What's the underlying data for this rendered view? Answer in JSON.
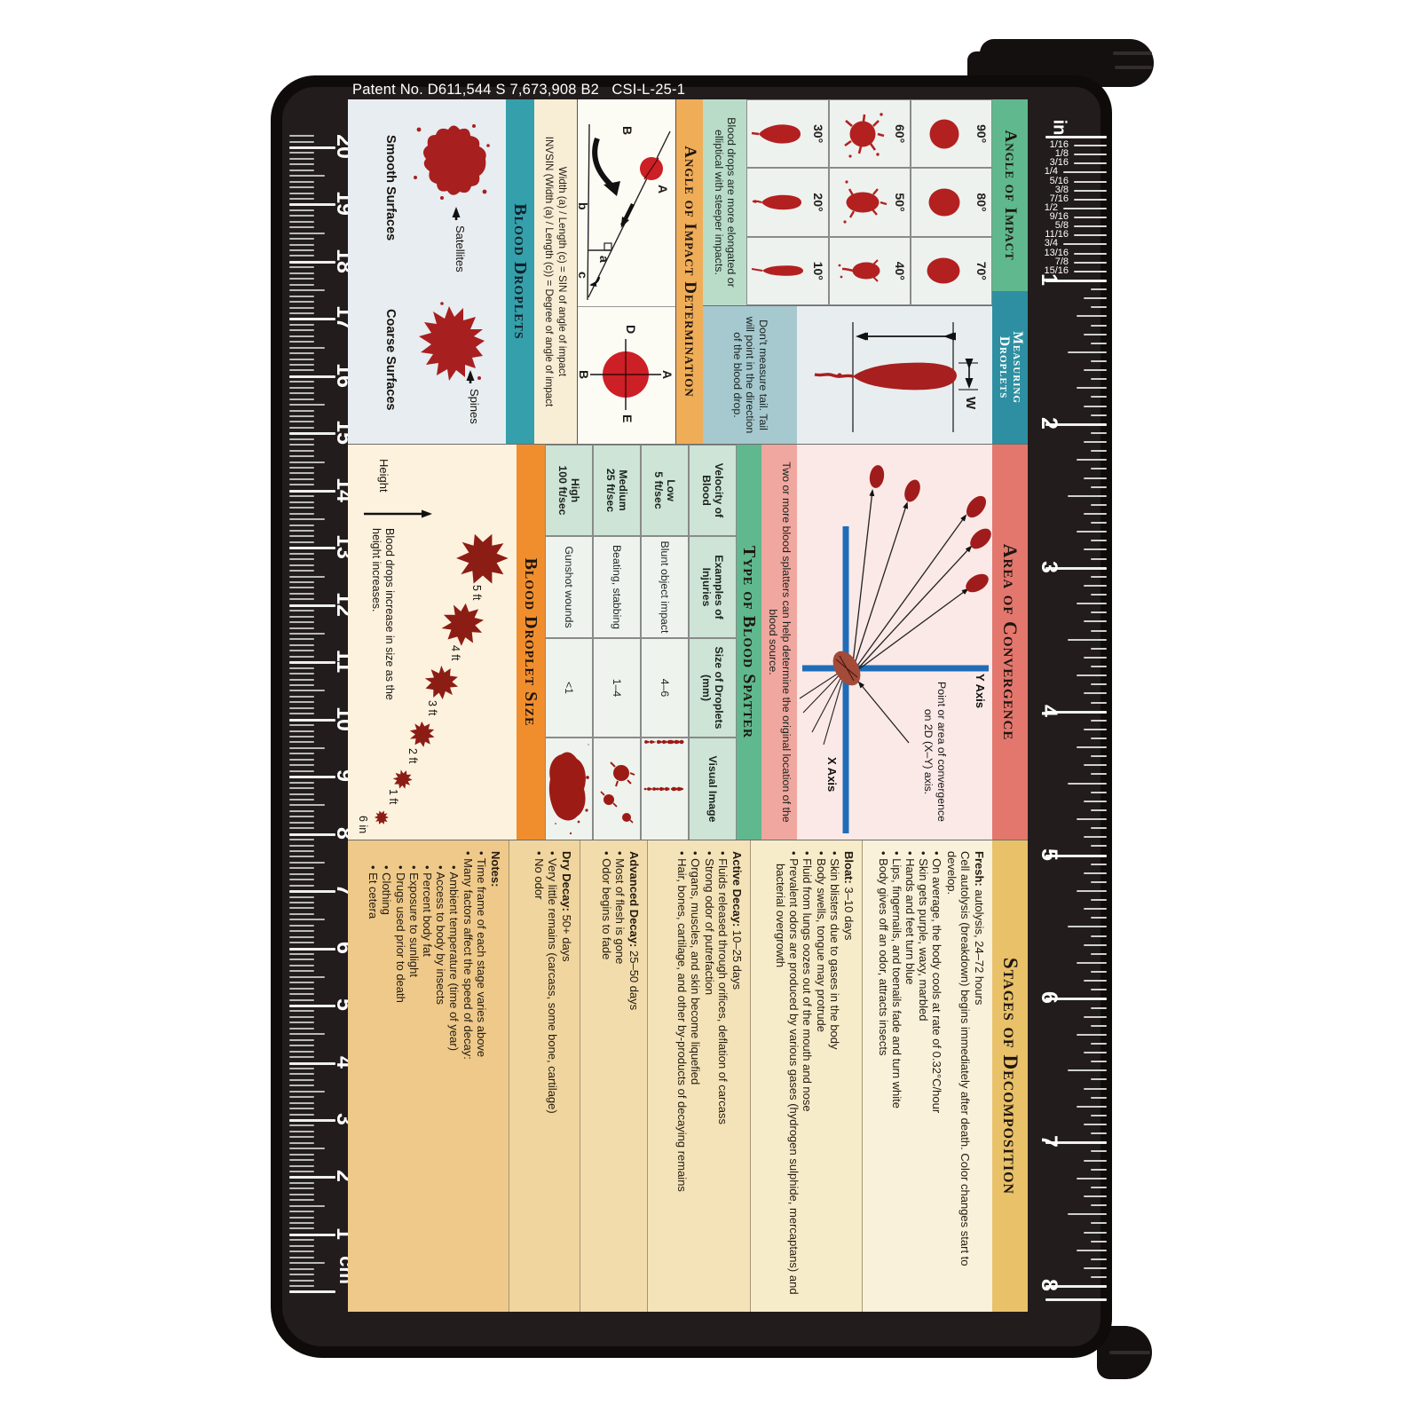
{
  "patent_line": "Patent No. D611,544 S 7,673,908 B2   CSI-L-25-1",
  "colors": {
    "board": "#221c1c",
    "card_cream": "#f8efda",
    "blood_red": "#a81f1f",
    "header_green": "#5fb88e",
    "header_teal": "#2e8fa2",
    "header_orange": "#f0ad58",
    "header_orange_dark": "#f08e2e",
    "header_salmon": "#e4776d",
    "header_gold": "#e8c169",
    "axis_blue": "#1f6db8"
  },
  "rulers": {
    "left": {
      "unit_label": "cm",
      "numbers": [
        20,
        19,
        18,
        17,
        16,
        15,
        14,
        13,
        12,
        11,
        10,
        9,
        8,
        7,
        6,
        5,
        4,
        3,
        2,
        1
      ]
    },
    "right": {
      "unit_label": "in",
      "numbers": [
        1,
        2,
        3,
        4,
        5,
        6,
        7,
        8
      ],
      "fractions": [
        "1/16",
        "1/8",
        "3/16",
        "1/4",
        "5/16",
        "3/8",
        "7/16",
        "1/2",
        "9/16",
        "5/8",
        "11/16",
        "3/4",
        "13/16",
        "7/8",
        "15/16"
      ]
    }
  },
  "angle_of_impact": {
    "title": "Angle of Impact",
    "note": "Blood drops are more elongated or elliptical with steeper impacts.",
    "cells": [
      {
        "label": "90°"
      },
      {
        "label": "80°"
      },
      {
        "label": "70°"
      },
      {
        "label": "60°"
      },
      {
        "label": "50°"
      },
      {
        "label": "40°"
      },
      {
        "label": "30°"
      },
      {
        "label": "20°"
      },
      {
        "label": "10°"
      }
    ]
  },
  "measuring_droplets": {
    "title": "Measuring Droplets",
    "width_label": "W",
    "note": "Don't measure tail. Tail will point in the direction of the blood drop."
  },
  "impact_determination": {
    "title": "Angle of Impact Determination",
    "diagram1_labels": {
      "A": "A",
      "B": "B",
      "a": "a",
      "b": "b",
      "c": "c"
    },
    "diagram2_labels": {
      "A": "A",
      "B": "B",
      "D": "D",
      "E": "E"
    },
    "formula_line1": "Width (a) / Length (c) = SIN of angle of impact",
    "formula_line2": "INVSIN (Width (a) / Length (c)) = Degree of angle of impact"
  },
  "blood_droplets": {
    "title": "Blood Droplets",
    "groups": [
      {
        "name": "Smooth Surfaces",
        "feature": "Satellites"
      },
      {
        "name": "Coarse Surfaces",
        "feature": "Spines"
      }
    ]
  },
  "area_of_convergence": {
    "title": "Area of Convergence",
    "y_axis": "Y Axis",
    "x_axis": "X Axis",
    "annotation": "Point or area of convergence on 2D (X–Y) axis.",
    "note": "Two or more blood splatters can help determine the original location of the blood source."
  },
  "spatter_table": {
    "title": "Type of Blood Spatter",
    "headers": [
      "Velocity of Blood",
      "Examples of Injuries",
      "Size of Droplets (mm)",
      "Visual Image"
    ],
    "rows": [
      {
        "velocity": "Low",
        "rate": "5 ft/sec",
        "injuries": "Blunt object impact",
        "size": "4–6"
      },
      {
        "velocity": "Medium",
        "rate": "25 ft/sec",
        "injuries": "Beating, stabbing",
        "size": "1–4"
      },
      {
        "velocity": "High",
        "rate": "100 ft/sec",
        "injuries": "Gunshot wounds",
        "size": "<1"
      }
    ]
  },
  "droplet_size": {
    "title": "Blood Droplet Size",
    "height_label": "Height",
    "caption": "Blood drops increase in size as the height increases.",
    "labels": [
      "5 ft",
      "4 ft",
      "3 ft",
      "2 ft",
      "1 ft",
      "6 in"
    ]
  },
  "decomposition": {
    "title": "Stages of Decomposition",
    "stages": [
      {
        "name": "Fresh:",
        "time": "autolysis, 24–72 hours",
        "para": "Cell autolysis (breakdown) begins immediately after death. Color changes start to develop.",
        "bullets": [
          "On average, the body cools at rate of 0.32°C/hour",
          "Skin gets purple, waxy, marbled",
          "Hands and feet turn blue",
          "Lips, fingernails, and toenails fade and turn white",
          "Body gives off an odor, attracts insects"
        ]
      },
      {
        "name": "Bloat:",
        "time": "3–10 days",
        "para": "",
        "bullets": [
          "Skin blisters due to gases in the body",
          "Body swells, tongue may protrude",
          "Fluid from lungs oozes out of the mouth and nose",
          "Prevalent odors are produced by various gases (hydrogen sulphide, mercaptans) and bacterial overgrowth"
        ]
      },
      {
        "name": "Active Decay:",
        "time": "10–25 days",
        "para": "",
        "bullets": [
          "Fluids released through orifices, deflation of carcass",
          "Strong odor of putrefaction",
          "Organs, muscles, and skin become liquefied",
          "Hair, bones, cartilage, and other by-products of decaying remains"
        ]
      },
      {
        "name": "Advanced Decay:",
        "time": "25–50 days",
        "para": "",
        "bullets": [
          "Most of flesh is gone",
          "Odor begins to fade"
        ]
      },
      {
        "name": "Dry Decay:",
        "time": "50+ days",
        "para": "",
        "bullets": [
          "Very little remains (carcass, some bone, cartilage)",
          "No odor"
        ]
      }
    ],
    "notes": {
      "title": "Notes:",
      "bullets": [
        "Time frame of each stage varies above",
        "Many factors affect the speed of decay:"
      ],
      "sub_bullets": [
        "Ambient temperature (time of year)",
        "Access to body by insects",
        "Percent body fat",
        "Exposure to sunlight",
        "Drugs used prior to death",
        "Clothing",
        "Et cetera"
      ]
    }
  }
}
